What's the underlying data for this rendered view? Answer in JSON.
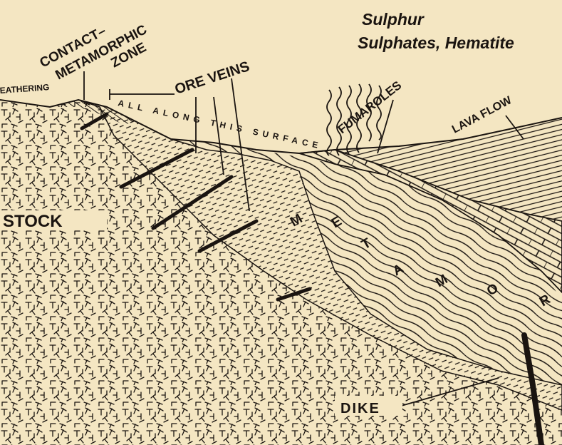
{
  "labels": {
    "contact_line1": "CONTACT–",
    "contact_line2": "METAMORPHIC",
    "contact_line3": "ZONE",
    "weathering": "EATHERING",
    "all_along": "ALL ALONG THIS SURFACE",
    "ore_veins": "ORE VEINS",
    "fumaroles": "FUMAROLES",
    "lava_flow": "LAVA FLOW",
    "stock": "STOCK",
    "dike": "DIKE",
    "metamor": "METAMOR",
    "sulphur": "Sulphur",
    "sulphates": "Sulphates, Hematite"
  },
  "colors": {
    "background": "#f4e6c2",
    "ink": "#1a1410"
  }
}
